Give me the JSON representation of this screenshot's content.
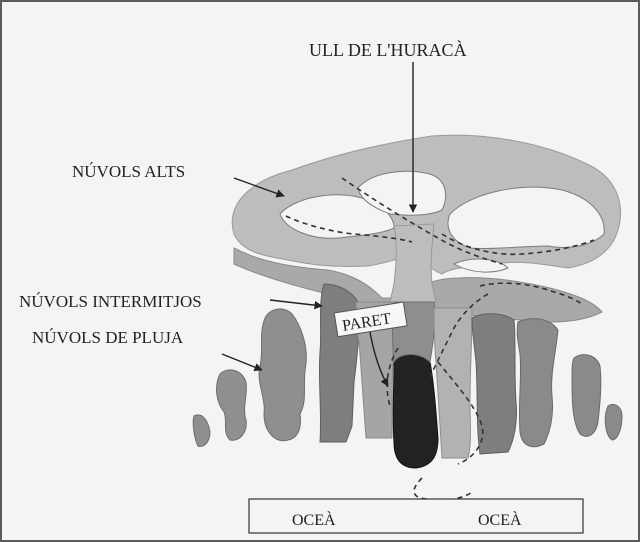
{
  "diagram": {
    "labels": {
      "eye": "ULL DE L'HURACÀ",
      "high_clouds": "NÚVOLS ALTS",
      "intermittent_clouds": "NÚVOLS INTERMITJOS",
      "rain_clouds": "NÚVOLS DE PLUJA",
      "wall": "PARET",
      "ocean_left": "OCEÀ",
      "ocean_right": "OCEÀ"
    },
    "colors": {
      "cloud_light": "#bdbdbd",
      "cloud_mid": "#8f8f8f",
      "cloud_dark": "#6e6e6e",
      "eye_core": "#222222",
      "background": "#f4f4f4",
      "ink": "#222222"
    }
  }
}
